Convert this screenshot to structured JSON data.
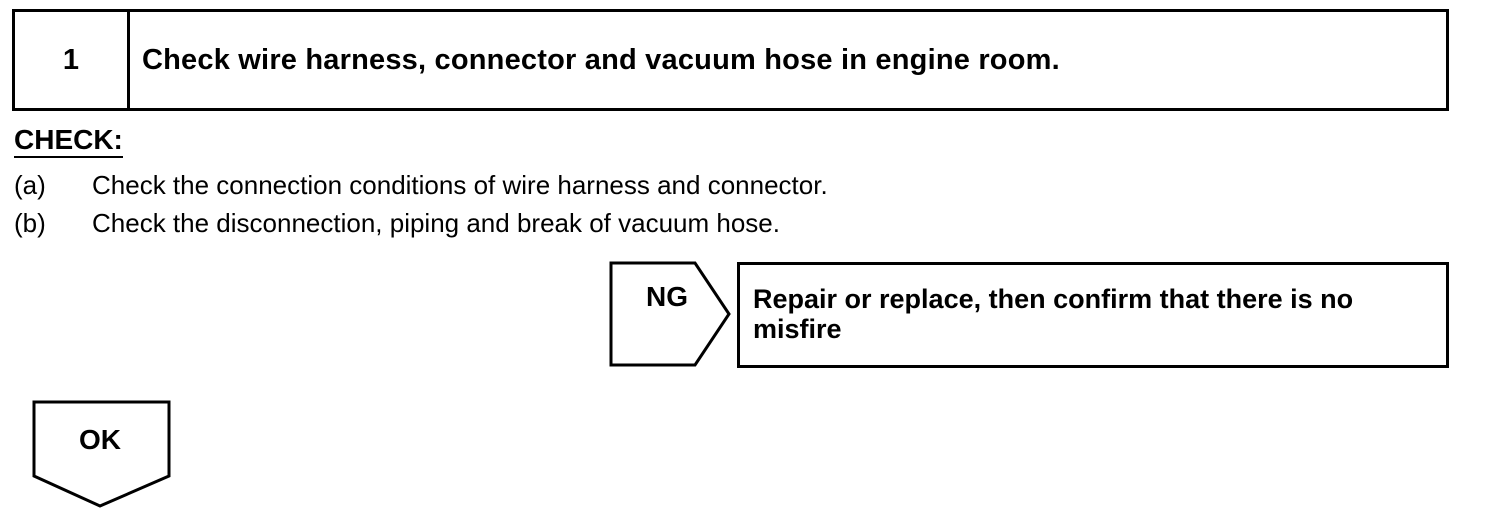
{
  "step": {
    "number": "1",
    "title": "Check wire harness, connector and vacuum hose in engine room."
  },
  "check": {
    "heading": "CHECK:",
    "items": [
      {
        "marker": "(a)",
        "text": "Check the connection conditions of wire harness and connector."
      },
      {
        "marker": "(b)",
        "text": "Check the disconnection, piping and break of vacuum hose."
      }
    ]
  },
  "ng": {
    "label": "NG",
    "action": "Repair or replace, then confirm that there is no misfire"
  },
  "ok": {
    "label": "OK"
  }
}
